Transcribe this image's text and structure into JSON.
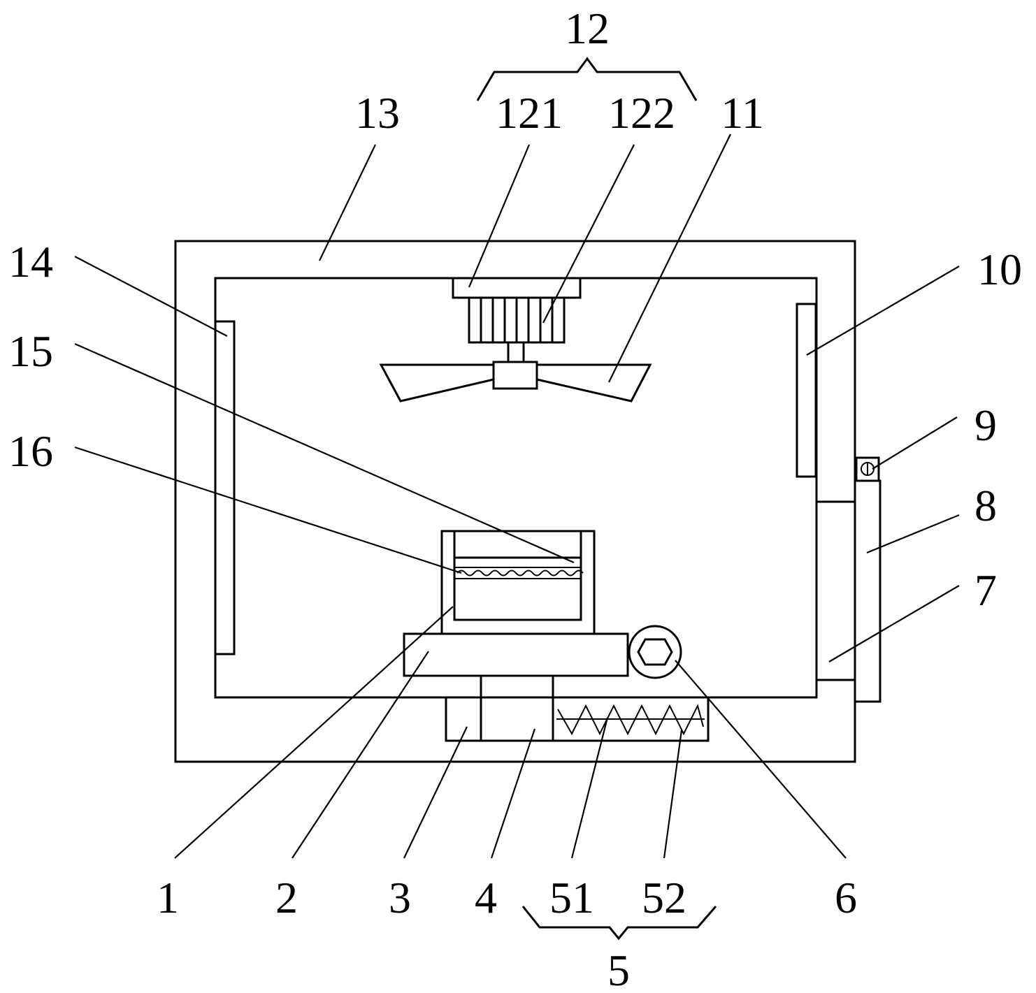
{
  "labels": {
    "l1": "1",
    "l2": "2",
    "l3": "3",
    "l4": "4",
    "l5": "5",
    "l51": "51",
    "l52": "52",
    "l6": "6",
    "l7": "7",
    "l8": "8",
    "l9": "9",
    "l10": "10",
    "l11": "11",
    "l12": "12",
    "l121": "121",
    "l122": "122",
    "l13": "13",
    "l14": "14",
    "l15": "15",
    "l16": "16"
  },
  "colors": {
    "line": "#000000",
    "background": "#ffffff"
  }
}
